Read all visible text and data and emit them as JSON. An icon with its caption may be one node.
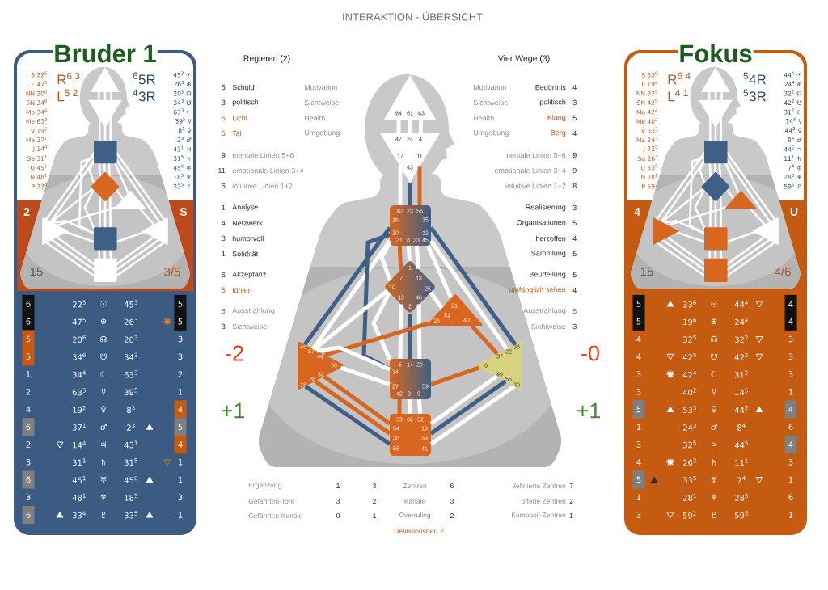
{
  "diagram": {
    "title": "INTERAKTION - ÜBERSICHT",
    "nodes": [
      {
        "text": [
          "Bruder 1"
        ]
      },
      {
        "text": [
          "64",
          "61",
          "63"
        ]
      },
      {
        "text": [
          "47",
          "24",
          "4",
          "17",
          "11",
          "43"
        ]
      },
      {
        "text": [
          "62",
          "23",
          "56",
          "16",
          "35",
          "20",
          "12",
          "31",
          "8",
          "33",
          "45"
        ]
      },
      {
        "text": [
          "1",
          "7",
          "13",
          "10",
          "25",
          "15",
          "46",
          "2"
        ]
      },
      {
        "text": [
          "21",
          "51",
          "26",
          "40"
        ]
      },
      {
        "text": [
          "48",
          "57",
          "44",
          "50",
          "32",
          "28",
          "18"
        ]
      },
      {
        "text": [
          "36",
          "22",
          "37",
          "6",
          "49",
          "55",
          "30"
        ]
      },
      {
        "text": [
          "5",
          "14",
          "29",
          "34",
          "27",
          "59",
          "42",
          "3",
          "9"
        ]
      },
      {
        "text": [
          "53",
          "60",
          "52",
          "54",
          "19",
          "38",
          "39",
          "58",
          "41"
        ]
      },
      {
        "text": [
          "Fokus"
        ]
      }
    ],
    "edges": [
      {
        "from": 1,
        "to": 2,
        "arrow": "none"
      },
      {
        "from": 1,
        "to": 2,
        "arrow": "none"
      },
      {
        "from": 1,
        "to": 2,
        "arrow": "none"
      },
      {
        "from": 2,
        "to": 3,
        "arrow": "none"
      },
      {
        "from": 2,
        "to": 3,
        "arrow": "none",
        "color": "#3f5f86"
      },
      {
        "from": 2,
        "to": 3,
        "arrow": "none",
        "color": "#d9661e"
      },
      {
        "from": 3,
        "to": 6,
        "arrow": "none",
        "color": "#3f5f86"
      },
      {
        "from": 3,
        "to": 6,
        "arrow": "none"
      },
      {
        "from": 3,
        "to": 8,
        "arrow": "none",
        "color": "#3f5f86"
      },
      {
        "from": 3,
        "to": 4,
        "arrow": "none"
      },
      {
        "from": 3,
        "to": 4,
        "arrow": "none",
        "color": "#d9661e"
      },
      {
        "from": 3,
        "to": 4,
        "arrow": "none"
      },
      {
        "from": 3,
        "to": 4,
        "arrow": "none"
      },
      {
        "from": 3,
        "to": 5,
        "arrow": "none"
      },
      {
        "from": 3,
        "to": 7,
        "arrow": "none",
        "color": "#3f5f86"
      },
      {
        "from": 3,
        "to": 7,
        "arrow": "none"
      },
      {
        "from": 4,
        "to": 6,
        "arrow": "none"
      },
      {
        "from": 4,
        "to": 8,
        "arrow": "none"
      },
      {
        "from": 4,
        "to": 5,
        "arrow": "none"
      },
      {
        "from": 4,
        "to": 8,
        "arrow": "none"
      },
      {
        "from": 4,
        "to": 8,
        "arrow": "none",
        "color": "#3f5f86"
      },
      {
        "from": 4,
        "to": 8,
        "arrow": "none"
      },
      {
        "from": 5,
        "to": 6,
        "arrow": "none",
        "color": "#d9661e"
      },
      {
        "from": 5,
        "to": 7,
        "arrow": "none",
        "color": "#d9661e"
      },
      {
        "from": 6,
        "to": 8,
        "arrow": "none"
      },
      {
        "from": 6,
        "to": 8,
        "arrow": "none"
      },
      {
        "from": 8,
        "to": 7,
        "arrow": "none",
        "color": "#d9661e"
      },
      {
        "from": 8,
        "to": 9,
        "arrow": "none",
        "color": "#d9661e"
      },
      {
        "from": 8,
        "to": 9,
        "arrow": "none"
      },
      {
        "from": 8,
        "to": 9,
        "arrow": "none"
      },
      {
        "from": 6,
        "to": 9,
        "arrow": "none",
        "color": "#d9661e"
      },
      {
        "from": 6,
        "to": 9,
        "arrow": "none",
        "color": "#d9661e"
      },
      {
        "from": 6,
        "to": 9,
        "arrow": "none",
        "color": "#3f5f86"
      },
      {
        "from": 7,
        "to": 9,
        "arrow": "none"
      },
      {
        "from": 7,
        "to": 9,
        "arrow": "none",
        "color": "#3f5f86"
      },
      {
        "from": 7,
        "to": 9,
        "arrow": "none"
      }
    ],
    "labels": [
      "S 22$^{5}$",
      "E 47$^{5}$",
      "NN 20$^{6}$",
      "SN 34$^{6}$",
      "Mo 34$^{4}$",
      "Me 63$^{3}$",
      "V 19$^{2}$",
      "Ma 37$^{1}$",
      "J 14$^{4}$",
      "Sa 31$^{1}$",
      "U 45$^{1}$",
      "N 48$^{1}$",
      "P 33$^{4}$",
      "R$^{6 3}$",
      "L$^{5 2}$",
      "$^{6}$5R",
      "$^{4}$3R",
      "45$^{3}$ ☉",
      "26$^{3}$ ⊕",
      "20$^{3}$ ☊",
      "34$^{3}$ ☋",
      "63$^{3}$ ☾",
      "39$^{5}$ ☿",
      "8$^{3}$ ♀",
      "2$^{3}$ ♂",
      "43$^{1}$ ♃",
      "31$^{5}$ ♄",
      "45$^{6}$ ♅",
      "18$^{5}$ ♆",
      "33$^{5}$ ♇",
      "2",
      "S",
      "15",
      "3/5",
      "6",
      "22$^{5}$",
      "☉",
      "45$^{3}$",
      "5",
      "6",
      "47$^{5}$",
      "⊕",
      "26$^{3}$",
      "5",
      "5",
      "20$^{6}$",
      "☊",
      "20$^{3}$",
      "3",
      "5",
      "34$^{6}$",
      "☋",
      "34$^{3}$",
      "3",
      "1",
      "34$^{4}$",
      "☾",
      "63$^{3}$",
      "2",
      "2",
      "63$^{3}$",
      "☿",
      "39$^{5}$",
      "1",
      "4",
      "19$^{2}$",
      "♀",
      "8$^{3}$",
      "4",
      "6",
      "37$^{1}$",
      "♂",
      "2$^{3}$",
      "5",
      "2",
      "14$^{4}$",
      "♃",
      "43$^{1}$",
      "4",
      "3",
      "31$^{1}$",
      "♄",
      "31$^{5}$",
      "1",
      "6",
      "45$^{1}$",
      "♅",
      "45$^{6}$",
      "1",
      "3",
      "48$^{1}$",
      "♆",
      "18$^{5}$",
      "3",
      "6",
      "33$^{4}$",
      "♇",
      "33$^{5}$",
      "1",
      "Regieren (2)",
      "Vier Wege (3)",
      "5",
      "Schuld",
      "Motivation",
      "Motivation",
      "Bedürfnis",
      "4",
      "3",
      "politisch",
      "Sichtweise",
      "Sichtweise",
      "politisch",
      "3",
      "6",
      "Licht",
      "Health",
      "Health",
      "Klang",
      "5",
      "5",
      "Tal",
      "Umgebung",
      "Umgebung",
      "Berg",
      "4",
      "9",
      "mentale Linien 5+6",
      "mentale Linien 5+6",
      "9",
      "11",
      "emotionale Linien 3+4",
      "emotionale Linien 3+4",
      "9",
      "6",
      "intuitive Linien 1+2",
      "intuitive Linien 1+2",
      "8",
      "1",
      "Analyse",
      "Realisierung",
      "3",
      "4",
      "Netzwerk",
      "Organisationen",
      "5",
      "3",
      "humorvoll",
      "herzoffen",
      "4",
      "1",
      "Solidität",
      "Sammlung",
      "5",
      "6",
      "Akzeptanz",
      "Beurteilung",
      "5",
      "5",
      "fühlen",
      "umfänglich sehen",
      "4",
      "6",
      "Ausstrahlung",
      "Ausstrahlung",
      "5",
      "3",
      "Sichtweise",
      "Sichtweise",
      "3",
      "-2",
      "+1",
      "-0",
      "+1",
      "Ergänzung",
      "1",
      "3",
      "Zentren",
      "6",
      "definierte Zentren",
      "7",
      "Gefährten-Tore",
      "3",
      "2",
      "Kanäle",
      "3",
      "offene Zentren",
      "2",
      "Gefährten-Kanäle",
      "0",
      "1",
      "Overruling",
      "2",
      "Komposit-Zentren",
      "1",
      "Definitionsber. 2",
      "S 33$^{6}$",
      "E 19$^{6}$",
      "NN 32$^{5}$",
      "SN 42$^{5}$",
      "Mo 42$^{4}$",
      "Me 40$^{2}$",
      "V 53$^{3}$",
      "Ma 24$^{3}$",
      "J 32$^{5}$",
      "Sa 26$^{3}$",
      "U 33$^{5}$",
      "N 28$^{1}$",
      "P 59$^{2}$",
      "R$^{5 4}$",
      "L$^{4 1}$",
      "$^{5}$4R",
      "$^{5}$3R",
      "44$^{4}$ ☉",
      "24$^{4}$ ⊕",
      "32$^{2}$ ☊",
      "42$^{2}$ ☋",
      "31$^{2}$ ☾",
      "14$^{5}$ ☿",
      "44$^{2}$ ♀",
      "8$^{4}$ ♂",
      "44$^{5}$ ♃",
      "11$^{1}$ ♄",
      "7$^{4}$ ♅",
      "28$^{3}$ ♆",
      "59$^{5}$ ♇",
      "4",
      "U",
      "15",
      "4/6",
      "5",
      "33$^{6}$",
      "☉",
      "44$^{4}$",
      "4",
      "5",
      "19$^{6}$",
      "⊕",
      "24$^{4}$",
      "4",
      "4",
      "32$^{5}$",
      "☊",
      "32$^{2}$",
      "3",
      "4",
      "42$^{5}$",
      "☋",
      "42$^{2}$",
      "3",
      "3",
      "42$^{4}$",
      "☾",
      "31$^{2}$",
      "3",
      "3",
      "40$^{2}$",
      "☿",
      "14$^{5}$",
      "1",
      "5",
      "53$^{3}$",
      "♀",
      "44$^{2}$",
      "4",
      "1",
      "24$^{3}$",
      "♂",
      "8$^{4}$",
      "6",
      "3",
      "32$^{5}$",
      "♃",
      "44$^{5}$",
      "4",
      "4",
      "26$^{3}$",
      "♄",
      "11$^{1}$",
      "3",
      "5",
      "33$^{5}$",
      "♅",
      "7$^{4}$",
      "1",
      "1",
      "28$^{1}$",
      "♆",
      "28$^{3}$",
      "6",
      "3",
      "59$^{2}$",
      "♇",
      "59$^{5}$",
      "1"
    ]
  }
}
